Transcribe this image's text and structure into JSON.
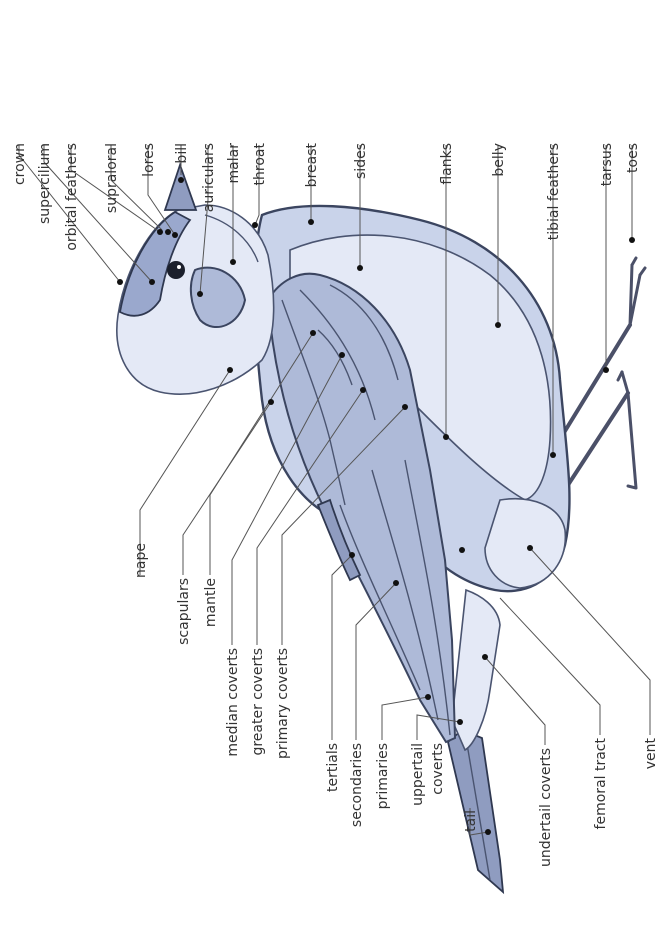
{
  "labels": {
    "crown": "crown",
    "supercilium": "supercilium",
    "orbital_feathers": "orbital feathers",
    "supraloral": "supraloral",
    "lores": "lores",
    "bill": "bill",
    "auriculars": "auriculars",
    "malar": "malar",
    "throat": "throat",
    "breast": "breast",
    "sides": "sides",
    "flanks": "flanks",
    "belly": "belly",
    "tibial_feathers": "tibial feathers",
    "tarsus": "tarsus",
    "toes": "toes",
    "nape": "nape",
    "scapulars": "scapulars",
    "mantle": "mantle",
    "median_coverts": "median coverts",
    "greater_coverts": "greater coverts",
    "primary_coverts": "primary coverts",
    "tertials": "tertials",
    "secondaries": "secondaries",
    "primaries": "primaries",
    "uppertail": "uppertail",
    "coverts": "coverts",
    "tail": "tail",
    "undertail_coverts": "undertail coverts",
    "femoral_tract": "femoral tract",
    "vent": "vent"
  }
}
